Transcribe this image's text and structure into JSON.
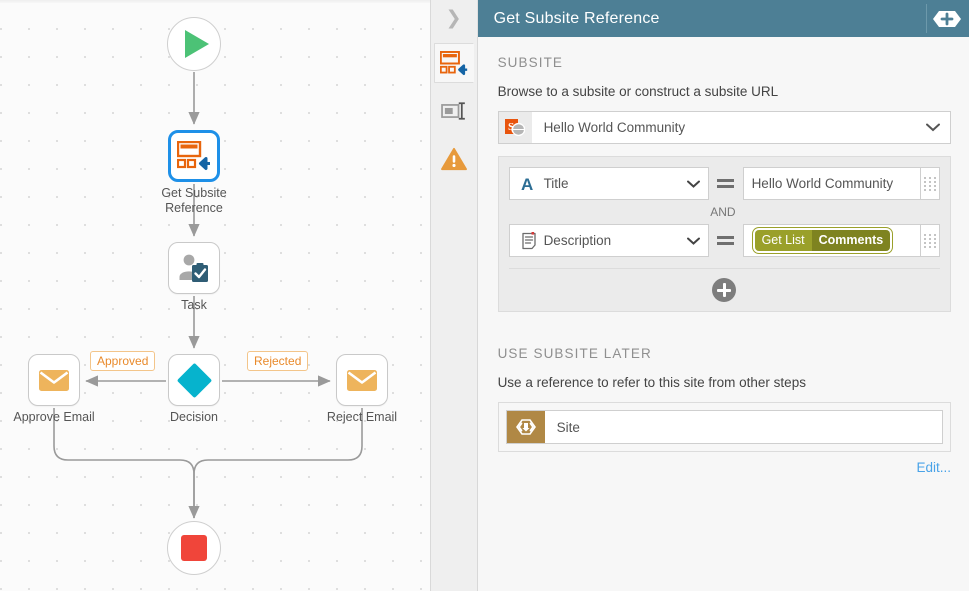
{
  "workflow": {
    "nodes": [
      {
        "id": "start",
        "label": "",
        "icon": "play-icon"
      },
      {
        "id": "get-subsite-reference",
        "label": "Get Subsite Reference",
        "icon": "get-subsite-reference-icon",
        "selected": true
      },
      {
        "id": "task",
        "label": "Task",
        "icon": "task-user-checklist-icon"
      },
      {
        "id": "decision",
        "label": "Decision",
        "icon": "decision-diamond-icon"
      },
      {
        "id": "approve-email",
        "label": "Approve Email",
        "icon": "envelope-icon"
      },
      {
        "id": "reject-email",
        "label": "Reject Email",
        "icon": "envelope-icon"
      },
      {
        "id": "end",
        "label": "",
        "icon": "stop-icon"
      }
    ],
    "branch_labels": [
      {
        "id": "approved",
        "text": "Approved"
      },
      {
        "id": "rejected",
        "text": "Rejected"
      }
    ],
    "colors": {
      "start_green": "#4CC276",
      "end_red": "#f0453a",
      "decision_teal": "#06b3cd",
      "envelope_amber": "#eeb45c",
      "selection_blue": "#1e90e8",
      "branch_label_text": "#e98a2b"
    }
  },
  "panel": {
    "header": {
      "title": "Get Subsite Reference",
      "collapse_icon": "chevron-right-icon",
      "action_icon": "add-hexagon-icon",
      "bg_color": "#4d7f95"
    },
    "iconbar": [
      {
        "id": "properties",
        "icon": "get-subsite-reference-icon",
        "active": true
      },
      {
        "id": "rename",
        "icon": "label-text-icon",
        "active": false
      },
      {
        "id": "errors",
        "icon": "warning-triangle-icon",
        "active": false
      }
    ],
    "subsite": {
      "section_title": "SUBSITE",
      "description": "Browse to a subsite or construct a subsite URL",
      "lookup": {
        "icon": "sharepoint-site-icon",
        "value": "Hello World Community",
        "caret_icon": "chevron-down-icon"
      },
      "filters": {
        "rows": [
          {
            "field": "Title",
            "field_icon": "text-field-icon",
            "operator": "=",
            "operator_icon": "equals-icon",
            "value": "Hello World Community",
            "value_is_token": false,
            "grip_icon": "drag-grip-icon"
          },
          {
            "field": "Description",
            "field_icon": "multiline-text-field-icon",
            "operator": "=",
            "operator_icon": "equals-icon",
            "value": "",
            "value_is_token": true,
            "token": {
              "source": "Get List",
              "name": "Comments",
              "color": "#9aa02a"
            },
            "grip_icon": "drag-grip-icon"
          }
        ],
        "conjunction": "AND",
        "add_icon": "add-circle-icon"
      }
    },
    "use_later": {
      "section_title": "USE SUBSITE LATER",
      "description": "Use a reference to refer to this site from other steps",
      "reference": {
        "icon": "site-reference-icon",
        "label": "Site"
      },
      "edit_link": "Edit..."
    }
  }
}
